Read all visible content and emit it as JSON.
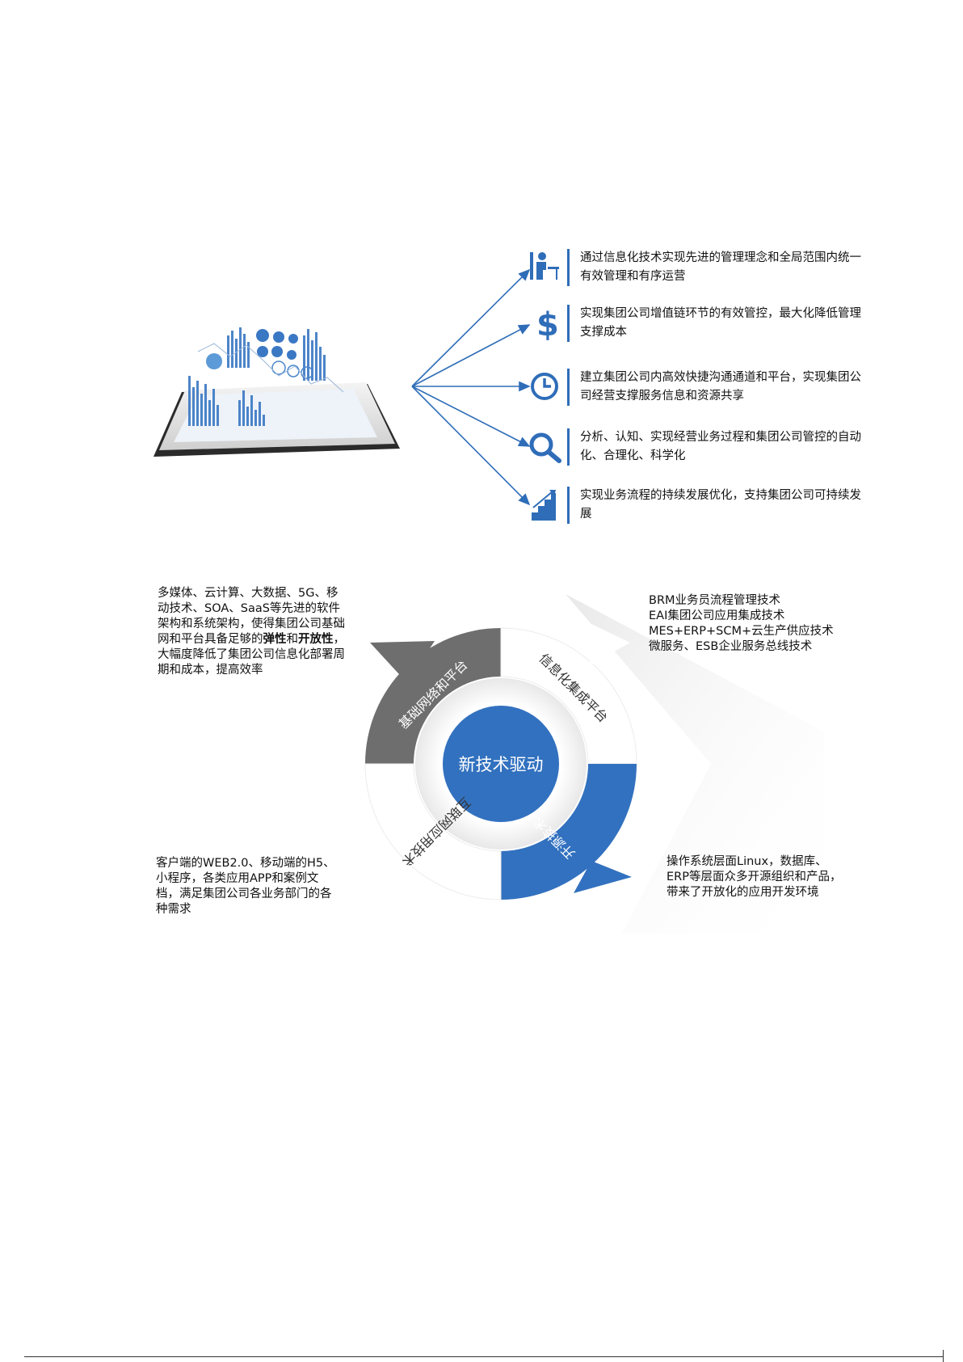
{
  "goals": [
    {
      "icon": "person-at-desk-icon",
      "text": "通过信息化技术实现先进的管理理念和全局范围内统一有效管理和有序运营"
    },
    {
      "icon": "dollar-icon",
      "text": "实现集团公司增值链环节的有效管控，最大化降低管理支撑成本"
    },
    {
      "icon": "clock-icon",
      "text": "建立集团公司内高效快捷沟通通道和平台，实现集团公司经营支撑服务信息和资源共享"
    },
    {
      "icon": "magnifier-icon",
      "text": "分析、认知、实现经营业务过程和集团公司管控的自动化、合理化、科学化"
    },
    {
      "icon": "growth-stairs-icon",
      "text": "实现业务流程的持续发展优化，支持集团公司可持续发展"
    }
  ],
  "cycle": {
    "center": "新技术驱动",
    "segments": [
      {
        "label": "基础网络和平台",
        "color": "#6f6e6e"
      },
      {
        "label": "信息化集成平台",
        "color": "#ffffff"
      },
      {
        "label": "开源技术",
        "color": "#3271bf"
      },
      {
        "label": "互联网应用技术",
        "color": "#ffffff"
      }
    ],
    "center_color": "#3271bf"
  },
  "notes": {
    "top_left": {
      "part1": "多媒体、云计算、大数据、5G、移动技术、SOA、SaaS等先进的软件架构和系统架构，使得集团公司基础网和平台具备足够的",
      "bold1": "弹性",
      "part2": "和",
      "bold2": "开放性",
      "part3": "，大幅度降低了集团公司信息化部署周期和成本，提高效率"
    },
    "top_right": [
      "BRM业务员流程管理技术",
      "EAI集团公司应用集成技术",
      "MES+ERP+SCM+云生产供应技术",
      "微服务、ESB企业服务总线技术"
    ],
    "bottom_left": "客户端的WEB2.0、移动端的H5、小程序，各类应用APP和案例文档，满足集团公司各业务部门的各种需求",
    "bottom_right": "操作系统层面Linux，数据库、ERP等层面众多开源组织和产品，带来了开放化的应用开发环境"
  },
  "colors": {
    "accent": "#2f6db8",
    "gray": "#6f6e6e"
  }
}
